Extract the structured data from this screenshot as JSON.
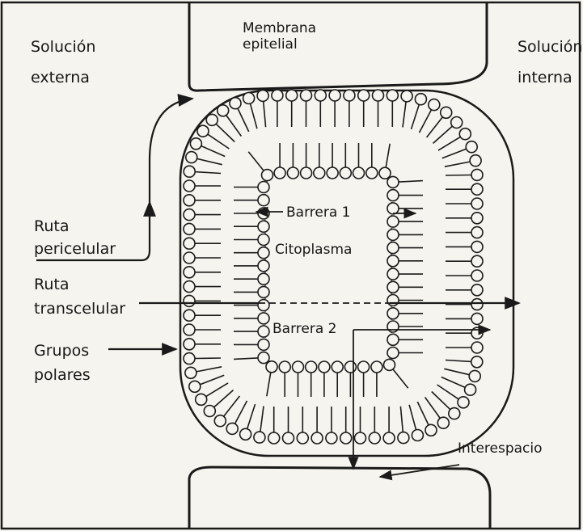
{
  "labels": {
    "membrane": [
      "Membrana",
      "epitelial"
    ],
    "external_solution": [
      "Solución",
      "externa"
    ],
    "internal_solution": [
      "Solución",
      "interna"
    ],
    "pericellular_route": [
      "Ruta",
      "pericelular"
    ],
    "transcellular_route": [
      "Ruta",
      "transcelular"
    ],
    "polar_groups": [
      "Grupos",
      "polares"
    ],
    "barrier_1": "Barrera 1",
    "cytoplasm": "Citoplasma",
    "barrier_2": "Barrera 2",
    "interspace": "Interespacio"
  },
  "colors": {
    "ink": "#1a1a1a",
    "paper": "#f6f4ee"
  }
}
